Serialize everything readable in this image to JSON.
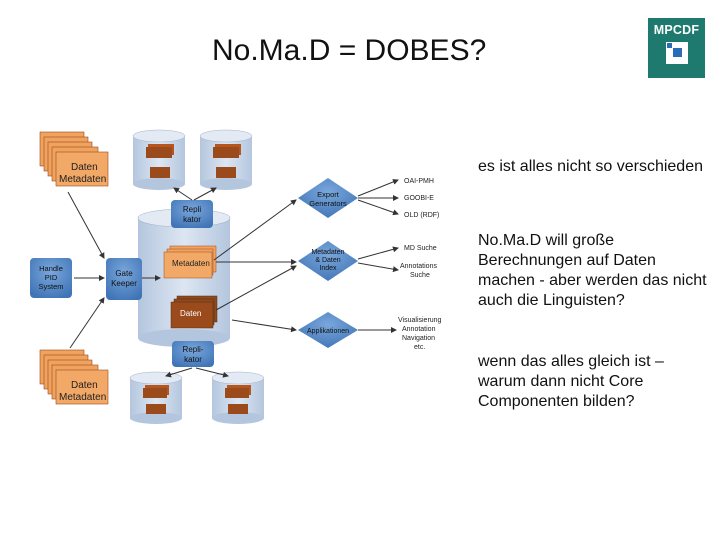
{
  "slide": {
    "title": "No.Ma.D = DOBES?",
    "logo_text": "MPCDF",
    "bullets": [
      "es ist alles nicht so verschieden",
      "No.Ma.D will große Berechnungen auf Daten machen - aber werden das nicht auch die Linguisten?",
      "wenn das alles gleich ist – warum dann nicht Core Componenten bilden?"
    ]
  },
  "diagram": {
    "daten": "Daten",
    "metadaten": "Metadaten",
    "repli_top": [
      "Repli",
      "kator"
    ],
    "repli_bottom": [
      "Repli-",
      "kator"
    ],
    "gatekeeper": [
      "Gate",
      "Keeper"
    ],
    "handle": [
      "Handle",
      "PID",
      "System"
    ],
    "metadaten_center": "Metadaten",
    "daten_center": "Daten",
    "export": [
      "Export",
      "Generators"
    ],
    "index": [
      "Metadaten",
      "& Daten",
      "Index"
    ],
    "applikationen": "Applikationen",
    "oai": "OAI-PMH",
    "goobi": "GOOBI-E",
    "old": "OLD (RDF)",
    "md_suche": "MD Suche",
    "annot_suche": [
      "Annotations",
      "Suche"
    ],
    "visualisierung": [
      "Visualisierung",
      "Annotation",
      "Navigation",
      "etc."
    ],
    "small_label": "Daten",
    "colors": {
      "orange": "#f0a35e",
      "brown": "#9b4a1c",
      "cylinder": "#c3d2e6",
      "node": "#5b8ec9",
      "accent": "#1e7a6e"
    }
  }
}
